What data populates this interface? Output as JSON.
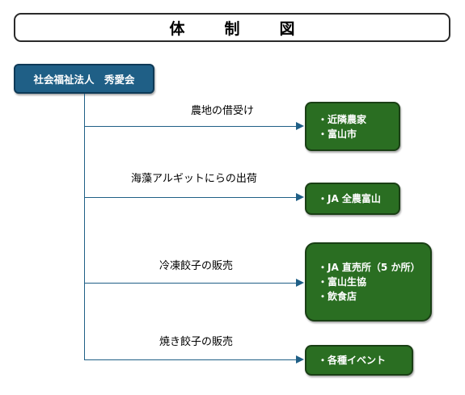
{
  "title": "体　制　図",
  "organization": "社会福祉法人　秀愛会",
  "branches": [
    {
      "label": "農地の借受け",
      "destinations": [
        "・近隣農家",
        "・富山市"
      ]
    },
    {
      "label": "海藻アルギットにらの出荷",
      "destinations": [
        "・JA 全農富山"
      ]
    },
    {
      "label": "冷凍餃子の販売",
      "destinations": [
        "・JA 直売所（5 か所）",
        "・富山生協",
        "・飲食店"
      ]
    },
    {
      "label": "焼き餃子の販売",
      "destinations": [
        "・各種イベント"
      ]
    }
  ],
  "colors": {
    "org_fill": "#1f5f86",
    "dest_fill": "#2a6e22",
    "connector": "#1f5f86"
  }
}
